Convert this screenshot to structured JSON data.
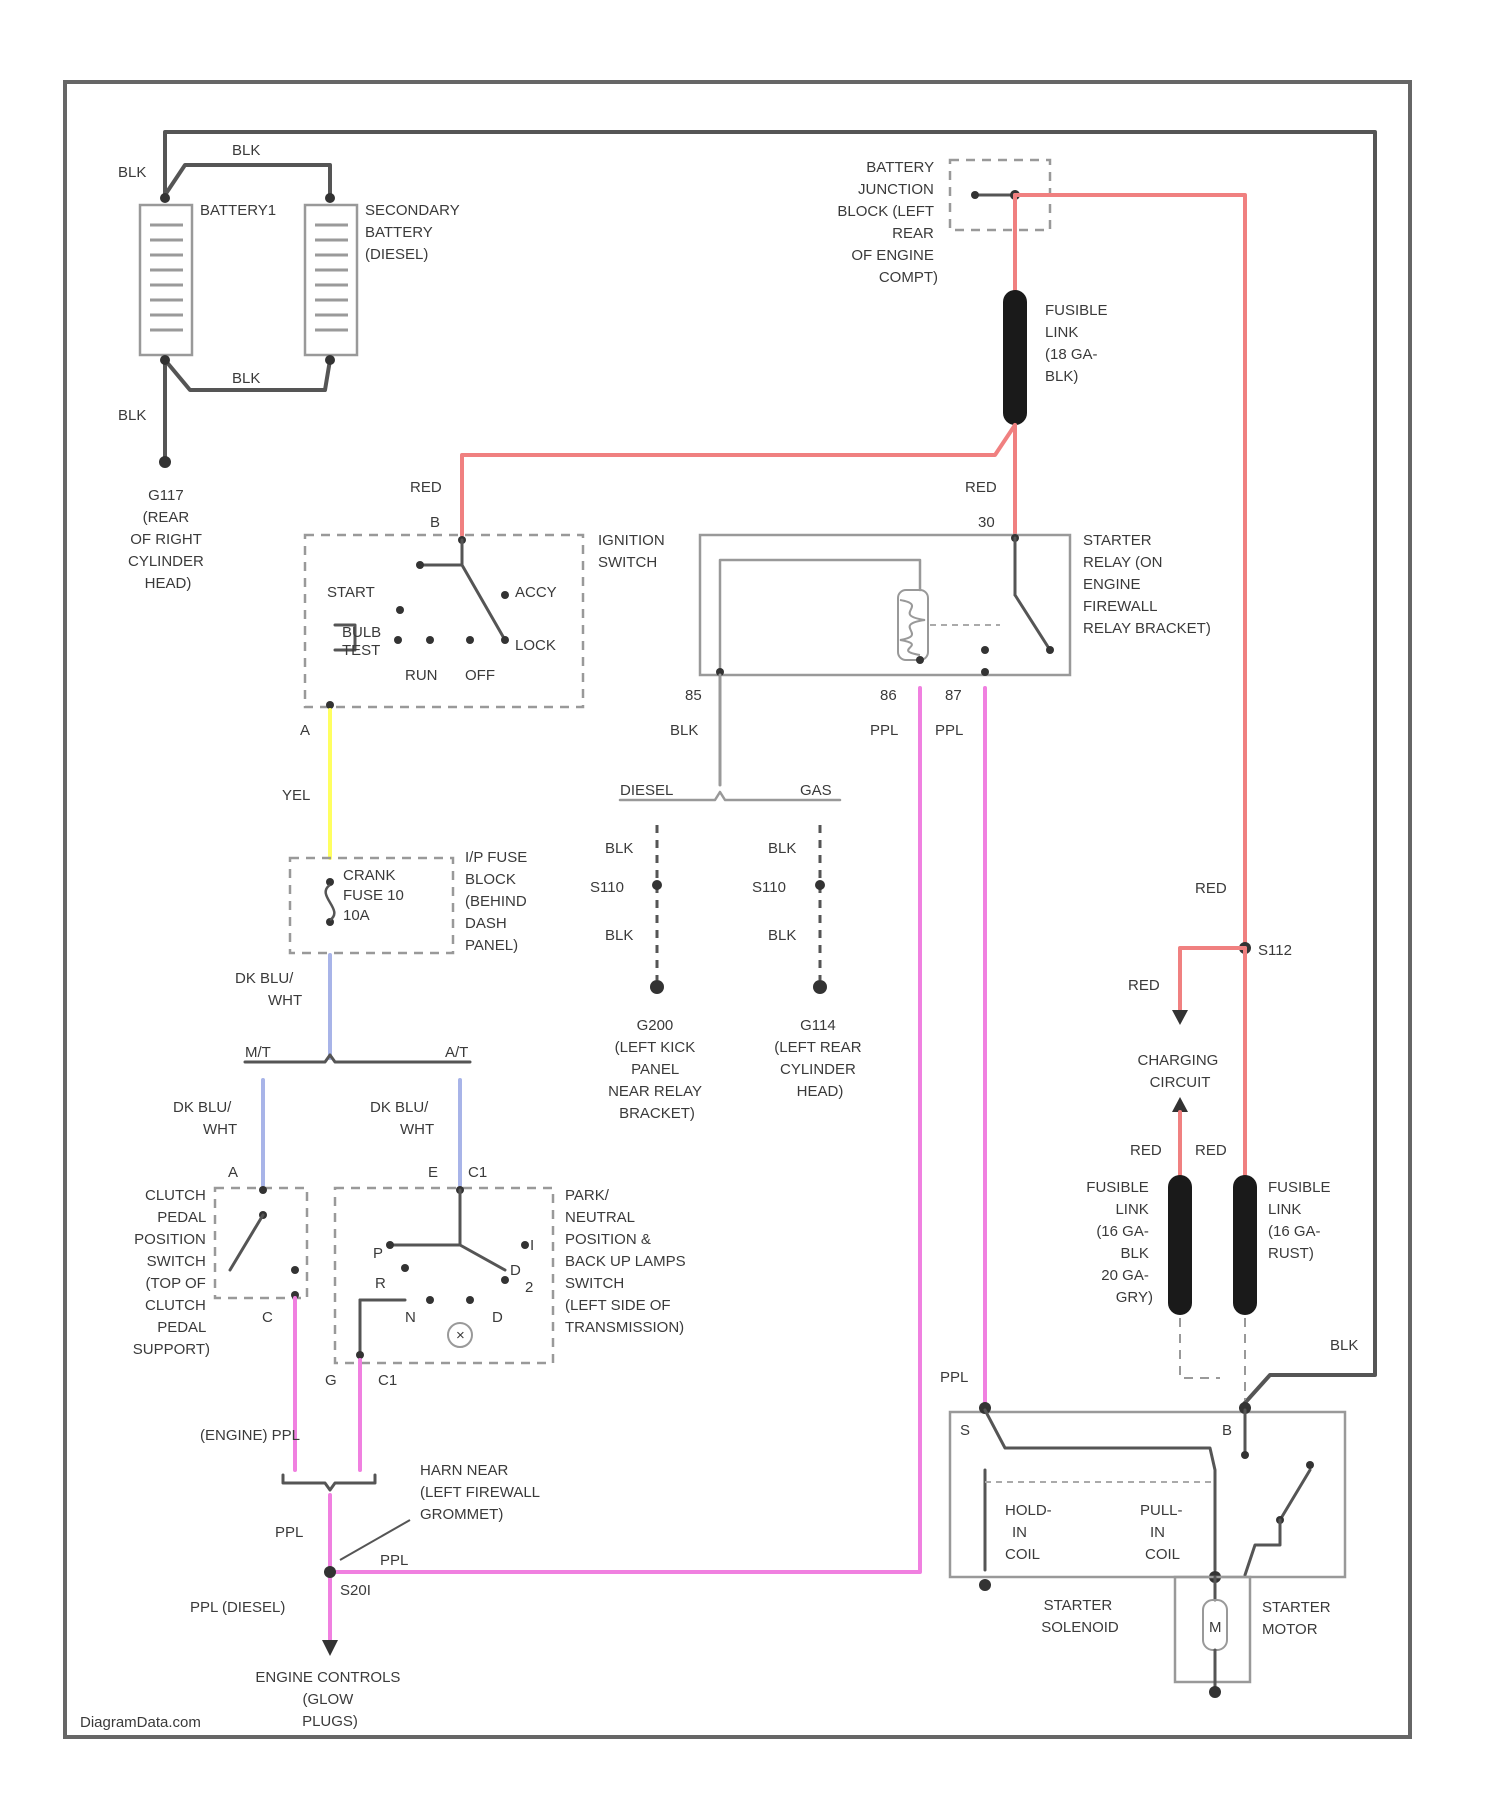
{
  "colors": {
    "red": "#f08080",
    "ppl": "#f080e0",
    "yel": "#ffff60",
    "blu": "#a8b4e8",
    "blk": "#555555"
  },
  "batteries": {
    "battery1": "BATTERY1",
    "secondary": [
      "SECONDARY",
      "BATTERY",
      "(DIESEL)"
    ],
    "wire_top": "BLK",
    "wire_bottom": "BLK",
    "wire_left_top": "BLK",
    "wire_left_bottom": "BLK",
    "ground": [
      "G117",
      "(REAR",
      "OF RIGHT",
      "CYLINDER",
      "HEAD)"
    ]
  },
  "junction": {
    "label": [
      "BATTERY",
      "JUNCTION",
      "BLOCK (LEFT",
      "REAR",
      "OF ENGINE",
      "COMPT)"
    ]
  },
  "fusible_top": [
    "FUSIBLE",
    "LINK",
    "(18 GA-",
    "BLK)"
  ],
  "ignition": {
    "title": [
      "IGNITION",
      "SWITCH"
    ],
    "pin_b": "B",
    "pin_a": "A",
    "wire_b": "RED",
    "start": "START",
    "bulb": [
      "BULB",
      "TEST"
    ],
    "run": "RUN",
    "off": "OFF",
    "accy": "ACCY",
    "lock": "LOCK"
  },
  "relay": {
    "label": [
      "STARTER",
      "RELAY (ON",
      "ENGINE",
      "FIREWALL",
      "RELAY BRACKET)"
    ],
    "wire_in": "RED",
    "pin_in": "30",
    "pin_85": "85",
    "pin_86": "86",
    "pin_87": "87",
    "wire_85": "BLK",
    "wire_86": "PPL",
    "wire_87": "PPL"
  },
  "yel_wire": "YEL",
  "fuse": {
    "text": [
      "CRANK",
      "FUSE 10",
      "10A"
    ],
    "label": [
      "I/P FUSE",
      "BLOCK",
      "(BEHIND",
      "DASH",
      "PANEL)"
    ]
  },
  "dkblu": [
    "DK BLU/",
    "WHT"
  ],
  "mt": "M/T",
  "at": "A/T",
  "ground_split": {
    "diesel": "DIESEL",
    "gas": "GAS",
    "left": {
      "wire_a": "BLK",
      "splice": "S110",
      "wire_b": "BLK",
      "ground": [
        "G200",
        "(LEFT KICK",
        "PANEL",
        "NEAR RELAY",
        "BRACKET)"
      ]
    },
    "right": {
      "wire_a": "BLK",
      "splice": "S110",
      "wire_b": "BLK",
      "ground": [
        "G114",
        "(LEFT REAR",
        "CYLINDER",
        "HEAD)"
      ]
    }
  },
  "clutch": {
    "pin_a": "A",
    "pin_c": "C",
    "label": [
      "CLUTCH",
      "PEDAL",
      "POSITION",
      "SWITCH",
      "(TOP OF",
      "CLUTCH",
      "PEDAL",
      "SUPPORT)"
    ]
  },
  "park": {
    "pin_e": "E",
    "pin_c1a": "C1",
    "pin_g": "G",
    "pin_c1b": "C1",
    "p": "P",
    "r": "R",
    "n": "N",
    "d": "D",
    "i": "I",
    "two": "2",
    "d2": "D",
    "label": [
      "PARK/",
      "NEUTRAL",
      "POSITION &",
      "BACK UP LAMPS",
      "SWITCH",
      "(LEFT SIDE OF",
      "TRANSMISSION)"
    ]
  },
  "engine_ppl": "(ENGINE) PPL",
  "harn": [
    "HARN NEAR",
    "(LEFT FIREWALL",
    "GROMMET)"
  ],
  "ppl": "PPL",
  "ppl_right": "PPL",
  "s_splice": "S20I",
  "ppl_diesel": "PPL (DIESEL)",
  "engine_controls": [
    "ENGINE CONTROLS",
    "(GLOW",
    "PLUGS)"
  ],
  "charging": {
    "wire_top": "RED",
    "splice": "S112",
    "wire_branch": "RED",
    "label": [
      "CHARGING",
      "CIRCUIT"
    ],
    "wire_l": "RED",
    "wire_r": "RED",
    "link_left": [
      "FUSIBLE",
      "LINK",
      "(16 GA-",
      "BLK",
      "20 GA-",
      "GRY)"
    ],
    "link_right": [
      "FUSIBLE",
      "LINK",
      "(16 GA-",
      "RUST)"
    ]
  },
  "solenoid": {
    "pin_s": "S",
    "pin_b": "B",
    "wire_blk": "BLK",
    "wire_ppl": "PPL",
    "hold": [
      "HOLD-",
      "IN",
      "COIL"
    ],
    "pull": [
      "PULL-",
      "IN",
      "COIL"
    ],
    "label": [
      "STARTER",
      "SOLENOID"
    ],
    "motor_label": [
      "STARTER",
      "MOTOR"
    ],
    "motor_m": "M"
  },
  "watermark": "DiagramData.com"
}
